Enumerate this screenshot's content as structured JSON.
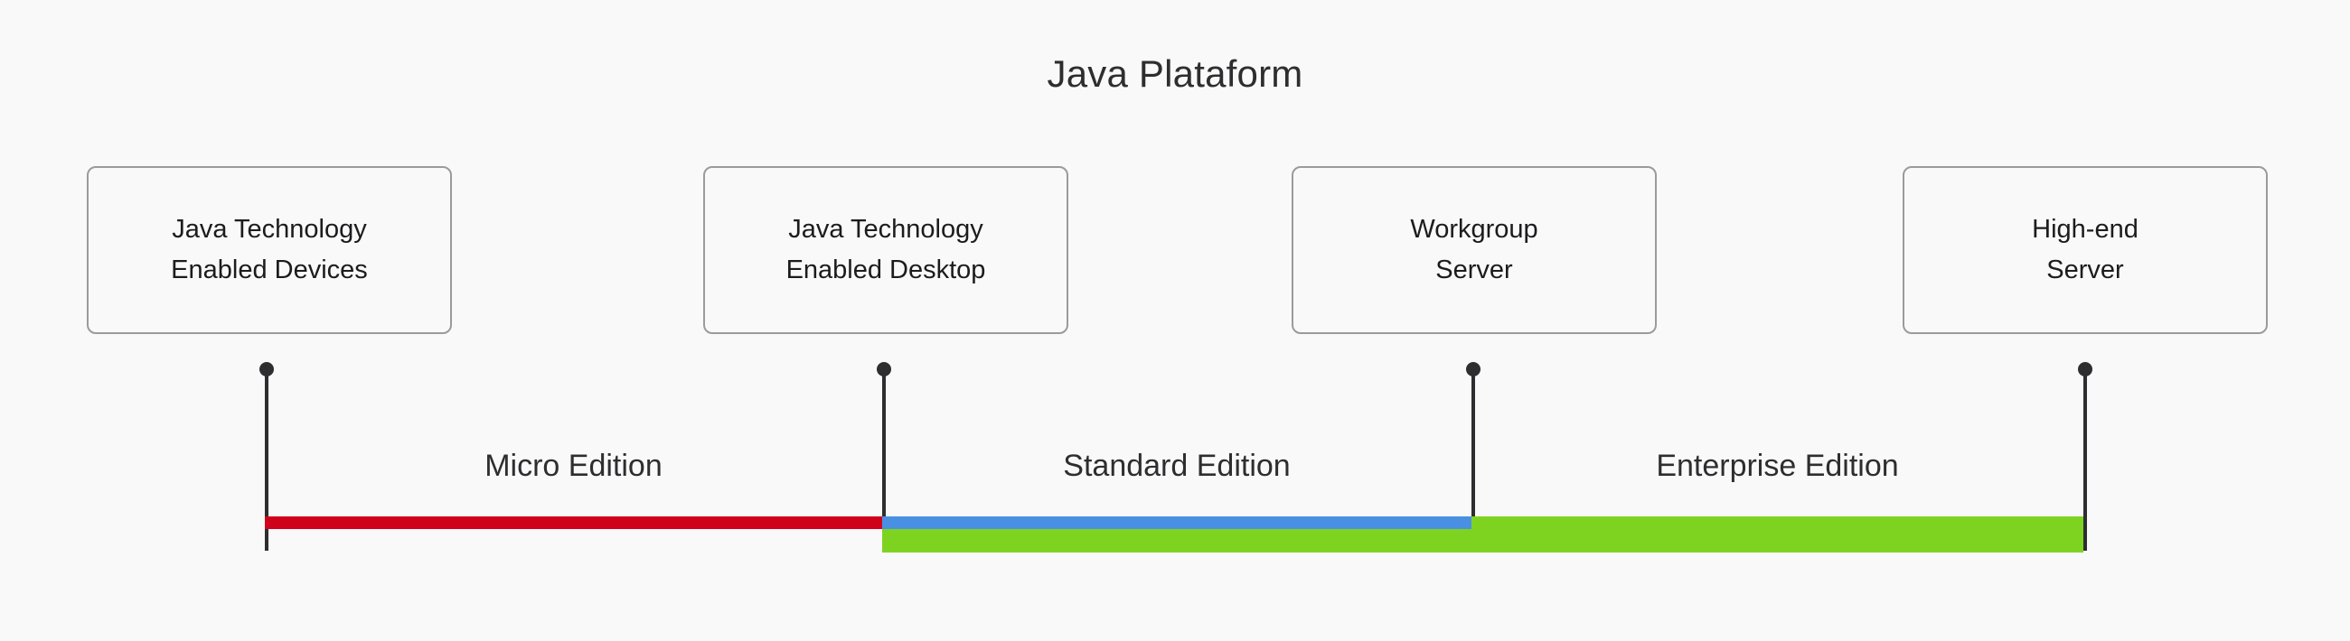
{
  "title": "Java Plataform",
  "background_color": "#F9F9F9",
  "tiers": [
    {
      "name": "java-technology-enabled-devices",
      "line1": "Java Technology",
      "line2": "Enabled Devices"
    },
    {
      "name": "java-technology-enabled-desktop",
      "line1": "Java Technology",
      "line2": "Enabled Desktop"
    },
    {
      "name": "workgroup-server",
      "line1": "Workgroup",
      "line2": "Server"
    },
    {
      "name": "high-end-server",
      "line1": "High-end",
      "line2": "Server"
    }
  ],
  "editions": [
    {
      "label": "Micro Edition",
      "color": "#D0021B",
      "color_name": "red"
    },
    {
      "label": "Standard Edition",
      "color": "#4A90E2",
      "color_name": "blue",
      "secondary_color": "#7ED321",
      "secondary_color_name": "green"
    },
    {
      "label": "Enterprise Edition",
      "color": "#7ED321",
      "color_name": "green"
    }
  ],
  "colors": {
    "red": "#D0021B",
    "blue": "#4A90E2",
    "green": "#7ED321",
    "stem": "#2E2E30",
    "box_border": "#9B9B9B",
    "text": "#1C1C1E"
  }
}
